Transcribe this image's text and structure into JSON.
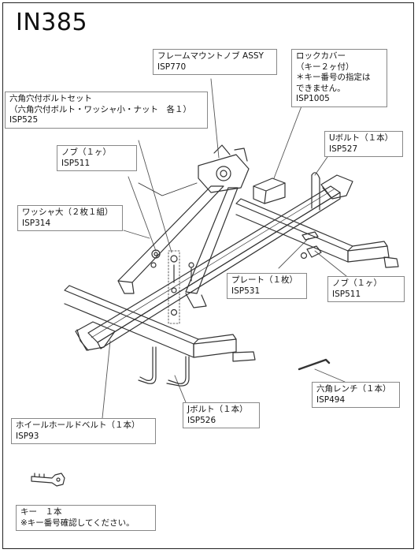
{
  "model": "IN385",
  "labels": {
    "frame_knob": {
      "lines": [
        "フレームマウントノブ ASSY",
        "ISP770"
      ]
    },
    "lock_cover": {
      "lines": [
        "ロックカバー",
        "（キー２ヶ付）",
        "＊キー番号の指定は",
        "できません。",
        "ISP1005"
      ]
    },
    "hex_bolt_set": {
      "lines": [
        "六角穴付ボルトセット",
        "（六角穴付ボルト・ワッシャ小・ナット　各１）",
        "ISP525"
      ]
    },
    "knob_left": {
      "lines": [
        "ノブ（１ヶ）",
        "ISP511"
      ]
    },
    "u_bolt": {
      "lines": [
        "Uボルト（１本）",
        "ISP527"
      ]
    },
    "washer_large": {
      "lines": [
        "ワッシャ大（２枚１組）",
        "ISP314"
      ]
    },
    "plate": {
      "lines": [
        "プレート（１枚）",
        "ISP531"
      ]
    },
    "knob_right": {
      "lines": [
        "ノブ（１ヶ）",
        "ISP511"
      ]
    },
    "hex_wrench": {
      "lines": [
        "六角レンチ（１本）",
        "ISP494"
      ]
    },
    "j_bolt": {
      "lines": [
        "Jボルト（１本）",
        "ISP526"
      ]
    },
    "wheel_belt": {
      "lines": [
        "ホイールホールドベルト（１本）",
        "ISP93"
      ]
    },
    "key": {
      "lines": [
        "キー　１本",
        "※キー番号確認してください。"
      ]
    }
  }
}
